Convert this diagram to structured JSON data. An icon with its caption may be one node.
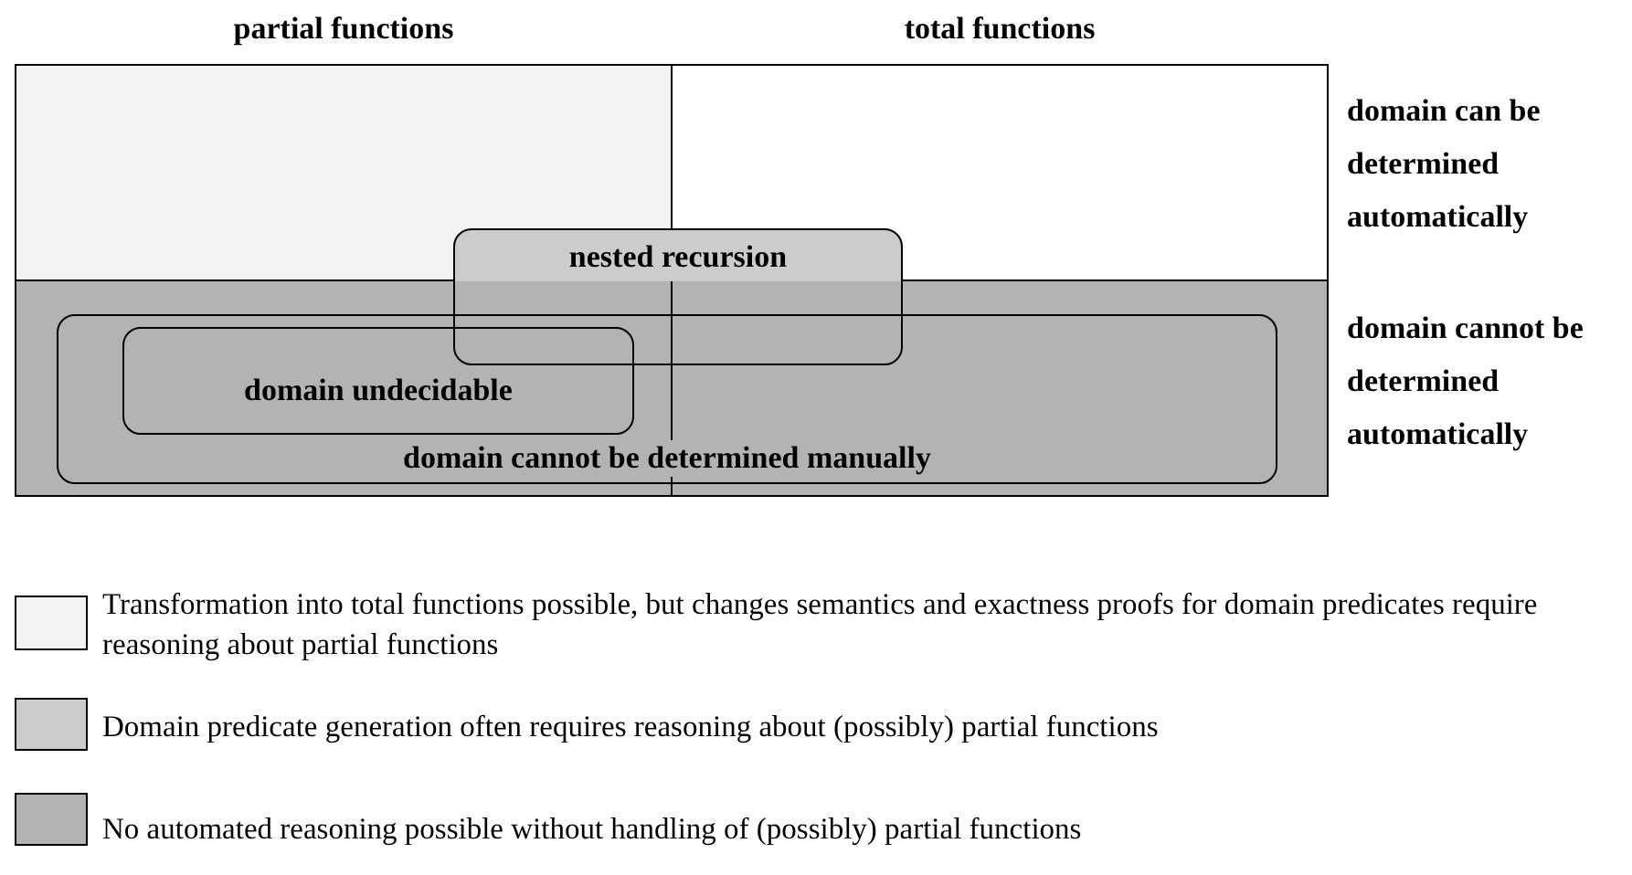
{
  "diagram": {
    "nodes": [
      {
        "text": [],
        "shape": "box"
      },
      {
        "text": [],
        "shape": "box"
      },
      {
        "text": [],
        "shape": "box"
      },
      {
        "text": [
          "nested recursion"
        ]
      },
      {
        "text": [
          "domain cannot be determined manually"
        ],
        "in": 2
      },
      {
        "text": [
          "domain undecidable"
        ],
        "in": 4
      }
    ],
    "edges": [],
    "labels": [
      "partial functions",
      "total functions",
      "domain can be determined automatically",
      "domain cannot be determined automatically"
    ],
    "legend": [
      {
        "text": "Transformation into total functions possible, but changes semantics and exactness proofs for domain predicates require reasoning about partial functions",
        "color": "#f2f2f2"
      },
      {
        "text": "Domain predicate generation often requires reasoning about (possibly) partial functions",
        "color": "#cccccc"
      },
      {
        "text": "No automated reasoning possible without handling of (possibly) partial functions",
        "color": "#b3b3b3"
      }
    ]
  }
}
